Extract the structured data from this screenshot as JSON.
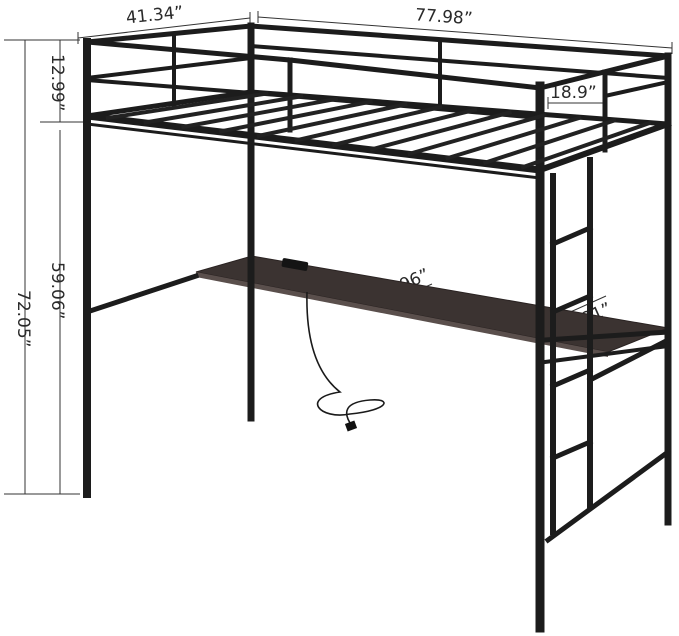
{
  "dimensions": {
    "width": "41.34”",
    "length": "77.98”",
    "guardrail_height": "12.99”",
    "total_height": "72.05”",
    "clearance_height": "59.06”",
    "ladder_width": "18.9”",
    "desk_depth": "14.96”",
    "ladder_step_spacing": "11.81”"
  },
  "colors": {
    "frame": "#1c1c1c",
    "desk": "#3b3331",
    "background": "#ffffff"
  }
}
